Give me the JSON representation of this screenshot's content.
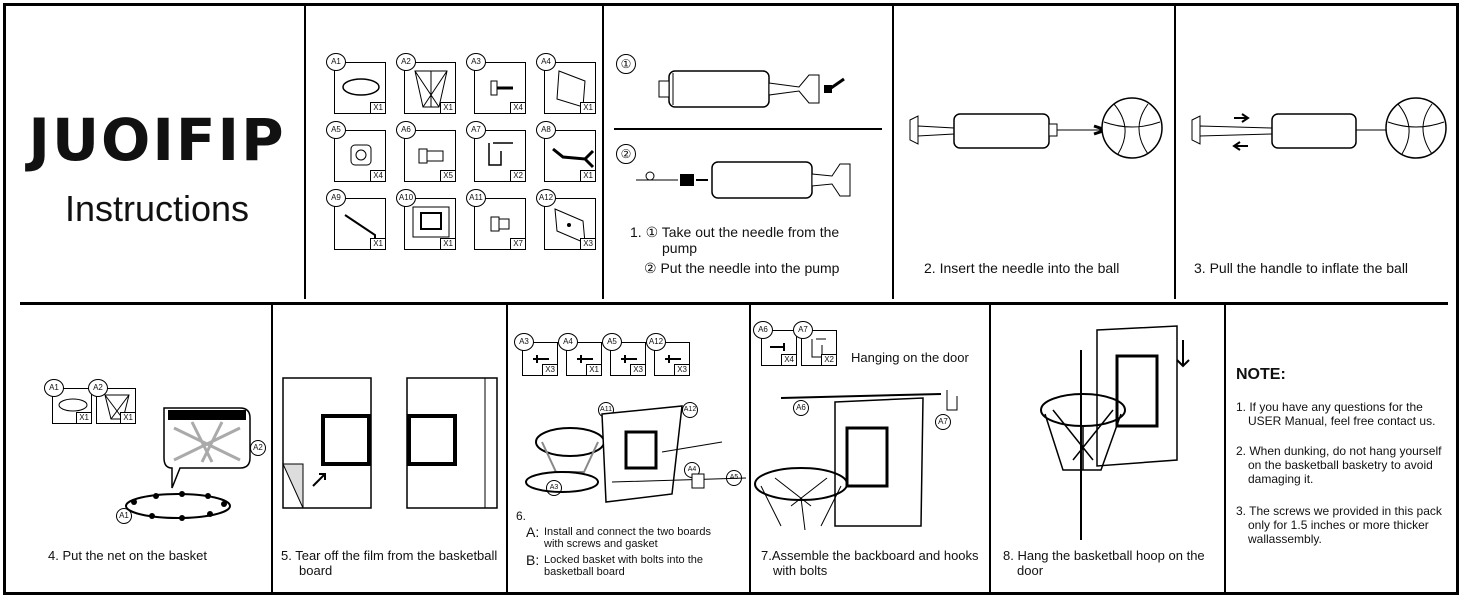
{
  "brand": {
    "name": "JUOIFIP",
    "subtitle": "Instructions"
  },
  "parts": [
    {
      "id": "A1",
      "qty": "X1",
      "icon": "hoop-ring-icon"
    },
    {
      "id": "A2",
      "qty": "X1",
      "icon": "net-icon"
    },
    {
      "id": "A3",
      "qty": "X4",
      "icon": "screw-icon"
    },
    {
      "id": "A4",
      "qty": "X1",
      "icon": "plate-icon"
    },
    {
      "id": "A5",
      "qty": "X4",
      "icon": "nut-icon"
    },
    {
      "id": "A6",
      "qty": "X5",
      "icon": "bolt-icon"
    },
    {
      "id": "A7",
      "qty": "X2",
      "icon": "hook-icon"
    },
    {
      "id": "A8",
      "qty": "X1",
      "icon": "wrench-icon"
    },
    {
      "id": "A9",
      "qty": "X1",
      "icon": "hex-key-icon"
    },
    {
      "id": "A10",
      "qty": "X1",
      "icon": "backboard-icon"
    },
    {
      "id": "A11",
      "qty": "X7",
      "icon": "short-bolt-icon"
    },
    {
      "id": "A12",
      "qty": "X3",
      "icon": "bracket-icon"
    }
  ],
  "step1": {
    "num_a": "①",
    "num_b": "②",
    "line1": "1. ① Take out the needle from the",
    "line2": "pump",
    "line3": "② Put the needle into the pump"
  },
  "step2": {
    "caption": "2. Insert the needle into the ball"
  },
  "step3": {
    "caption": "3. Pull the handle to inflate the ball"
  },
  "step4": {
    "caption": "4. Put the net on the basket",
    "parts": [
      {
        "id": "A1",
        "qty": "X1"
      },
      {
        "id": "A2",
        "qty": "X1"
      }
    ],
    "label_a2": "A2",
    "label_a1": "A1"
  },
  "step5": {
    "line1": "5. Tear off the film from the basketball",
    "line2": "board"
  },
  "step6": {
    "parts": [
      {
        "id": "A3",
        "qty": "X3"
      },
      {
        "id": "A4",
        "qty": "X1"
      },
      {
        "id": "A5",
        "qty": "X3"
      },
      {
        "id": "A12",
        "qty": "X3"
      }
    ],
    "labels": [
      "A11",
      "A12",
      "A4",
      "A5",
      "A3"
    ],
    "num": "6.",
    "a_letter": "A:",
    "a_line1": "Install and connect the two boards",
    "a_line2": "with screws and gasket",
    "b_letter": "B:",
    "b_line1": "Locked basket with bolts into the",
    "b_line2": "basketball board"
  },
  "step7": {
    "parts": [
      {
        "id": "A6",
        "qty": "X4"
      },
      {
        "id": "A7",
        "qty": "X2"
      }
    ],
    "heading": "Hanging on the door",
    "label_a6": "A6",
    "label_a7": "A7",
    "line1": "7.Assemble the backboard and hooks",
    "line2": "with bolts"
  },
  "step8": {
    "line1": "8. Hang the basketball hoop on the",
    "line2": "door"
  },
  "notes": {
    "title": "NOTE:",
    "items": [
      {
        "l1": "1. If you have any questions for the",
        "l2": "USER Manual, feel free contact us.",
        "l3": ""
      },
      {
        "l1": "2. When dunking, do not hang yourself",
        "l2": "on the basketball basketry to avoid",
        "l3": "damaging it."
      },
      {
        "l1": "3. The screws we provided in this pack",
        "l2": "only for 1.5 inches or more thicker",
        "l3": "wallassembly."
      }
    ]
  }
}
